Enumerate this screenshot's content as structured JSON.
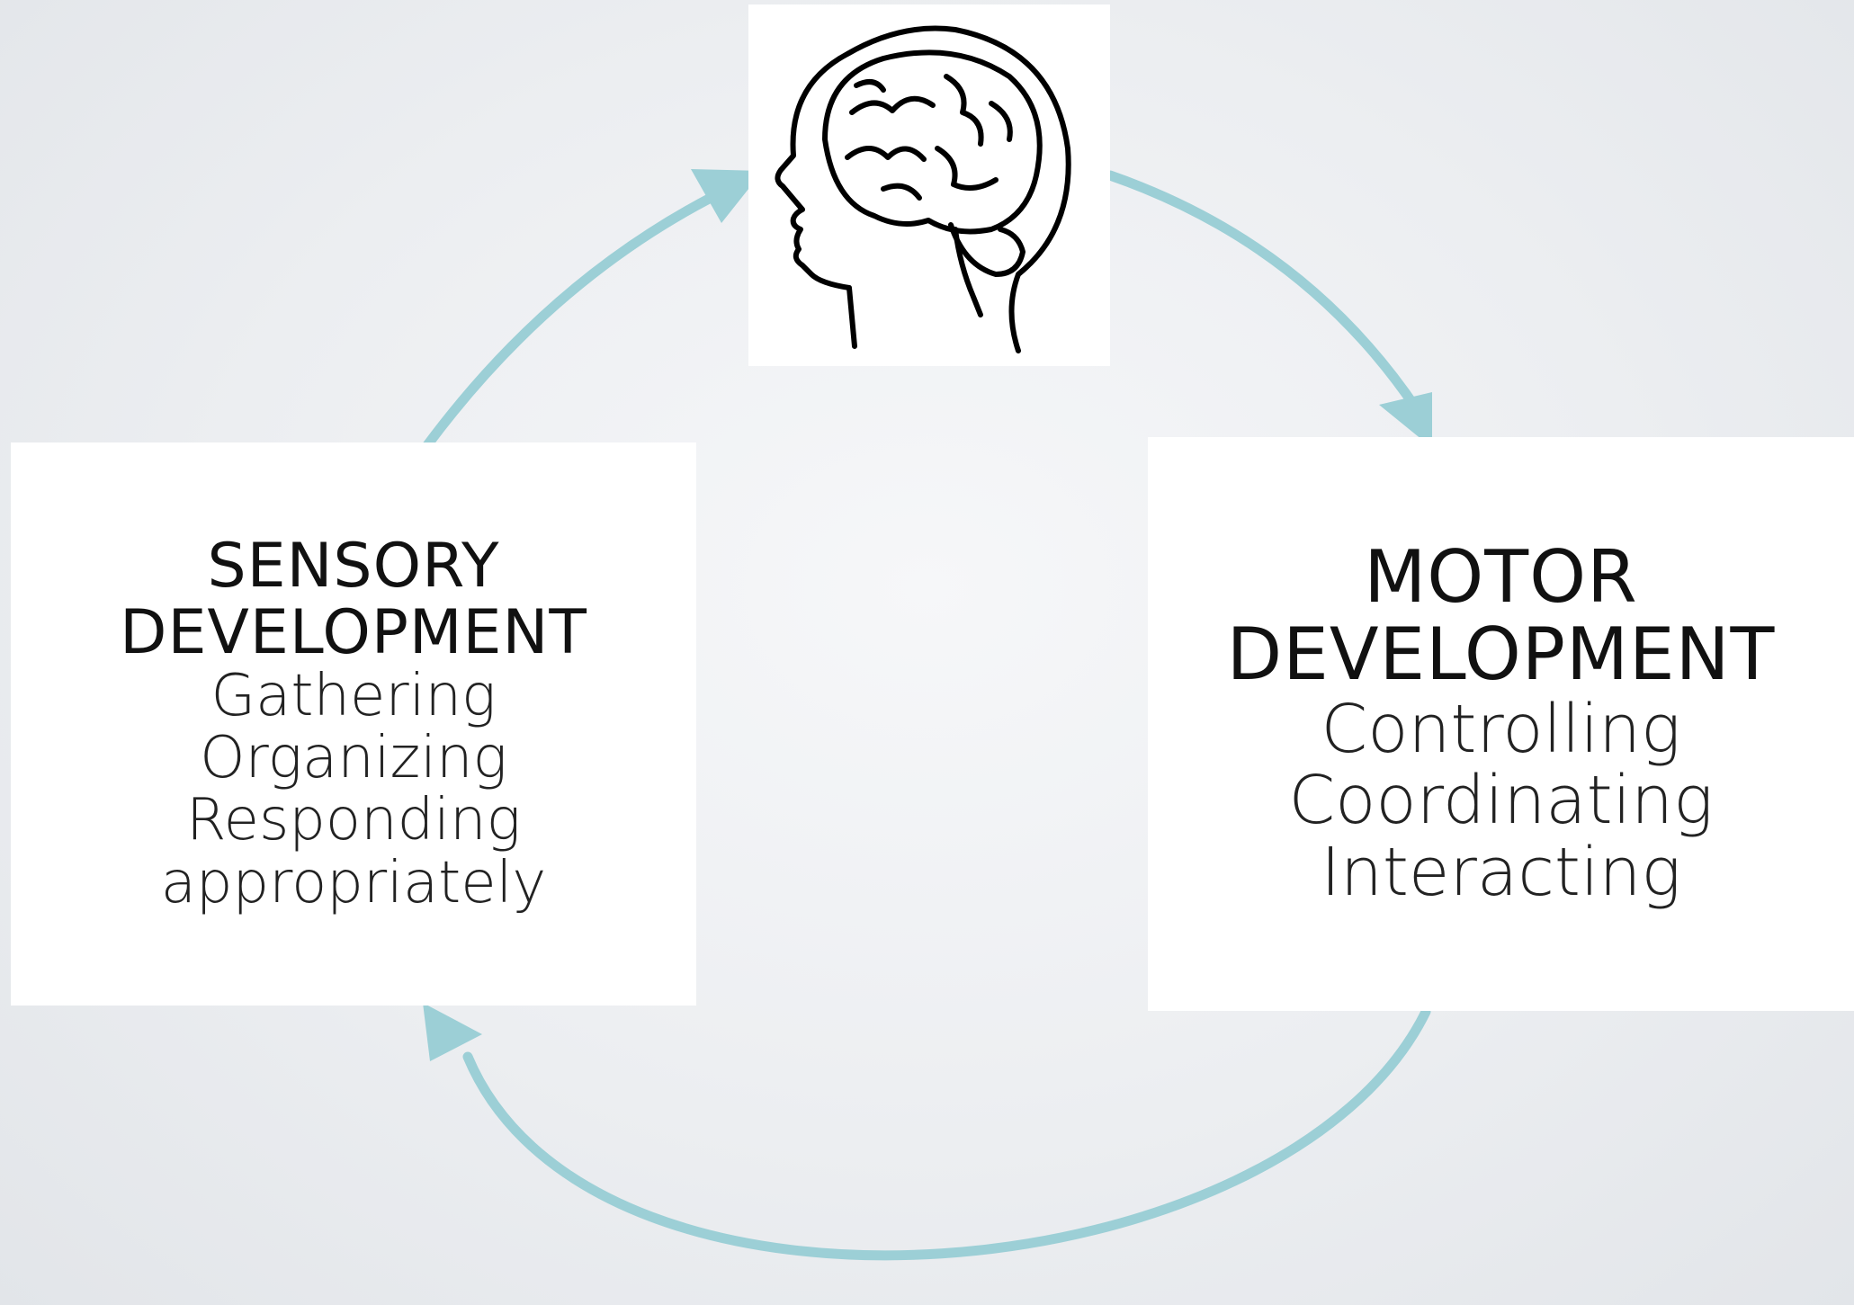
{
  "colors": {
    "arrow": "#9ccfd6",
    "box_bg": "#ffffff",
    "text": "#111111"
  },
  "center": {
    "icon": "head-brain-icon"
  },
  "sensory": {
    "title_line1": "SENSORY",
    "title_line2": "DEVELOPMENT",
    "items": [
      "Gathering",
      "Organizing",
      "Responding",
      "appropriately"
    ]
  },
  "motor": {
    "title_line1": "MOTOR",
    "title_line2": "DEVELOPMENT",
    "items": [
      "Controlling",
      "Coordinating",
      "Interacting"
    ]
  }
}
